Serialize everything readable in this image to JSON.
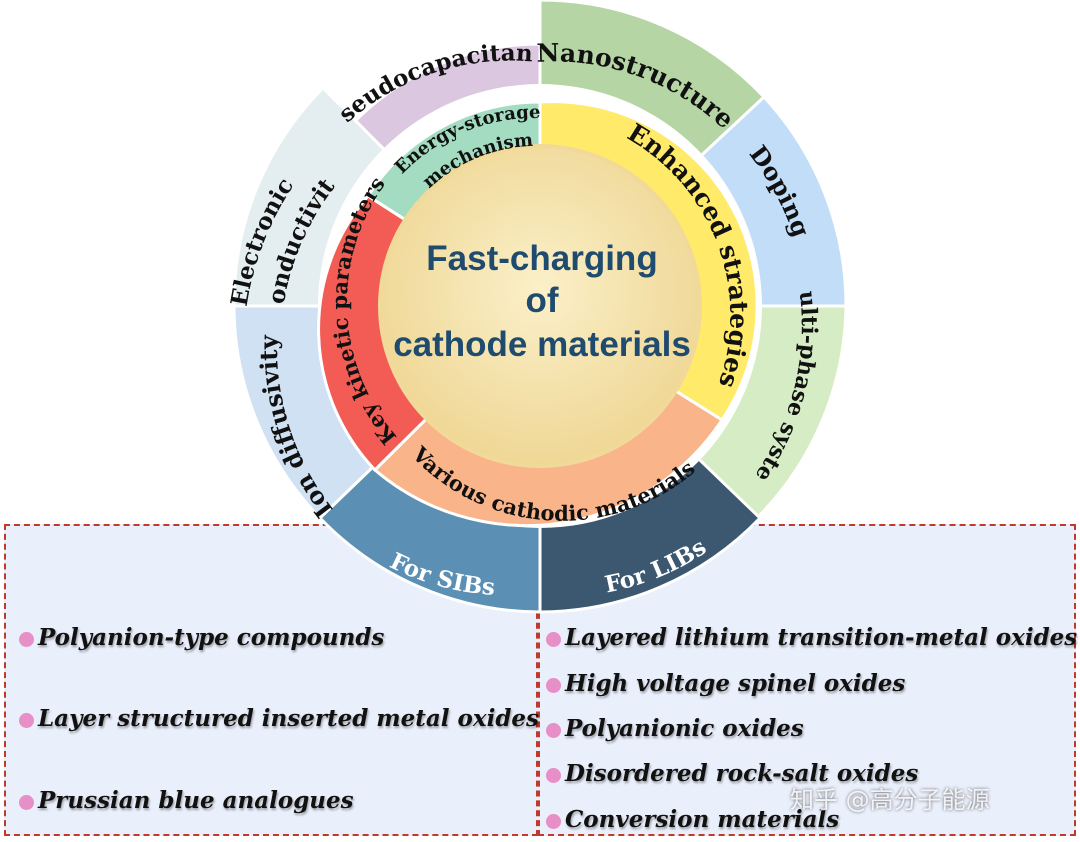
{
  "center": {
    "line1": "Fast-charging",
    "line2": "of",
    "line3": "cathode materials"
  },
  "inner_ring": {
    "energy_storage_1": "Energy-storage",
    "energy_storage_2": "mechanism",
    "enhanced": "Enhanced strategies",
    "key_kinetic": "Key kinetic parameters",
    "various": "Various cathodic materials"
  },
  "outer_ring": {
    "pseudocapacitance": "Pseudocapacitance",
    "nanostructure": "Nanostructure",
    "doping": "Doping",
    "multiphase": "Multi-phase system",
    "electronic_1": "Electronic",
    "electronic_2": "conductivity",
    "ion_diffusivity": "Ion diffusivity",
    "for_sibs": "For SIBs",
    "for_libs": "For LIBs"
  },
  "sib_list": [
    "Polyanion-type compounds",
    "Layer structured inserted metal oxides",
    "Prussian blue analogues"
  ],
  "lib_list": [
    "Layered lithium transition-metal oxides",
    "High voltage spinel oxides",
    "Polyanionic oxides",
    "Disordered rock-salt oxides",
    "Conversion materials"
  ],
  "watermark": "知乎 @高分子能源",
  "colors": {
    "center": "#f5e3a6",
    "energy_storage": "#a3dcc0",
    "enhanced": "#ffea6a",
    "key_kinetic": "#f25c54",
    "various": "#f9b48a",
    "pseudocapacitance": "#dcc7e0",
    "nanostructure": "#b6d5a4",
    "doping": "#c2ddf7",
    "multiphase": "#d6ecc4",
    "electronic": "#e4eef0",
    "ion": "#cfe1f2",
    "sibs": "#5b8fb3",
    "libs": "#3c5870",
    "bullet": "#e78fc7",
    "dashed_border": "#c0392b",
    "box_fill": "#e9effb"
  }
}
